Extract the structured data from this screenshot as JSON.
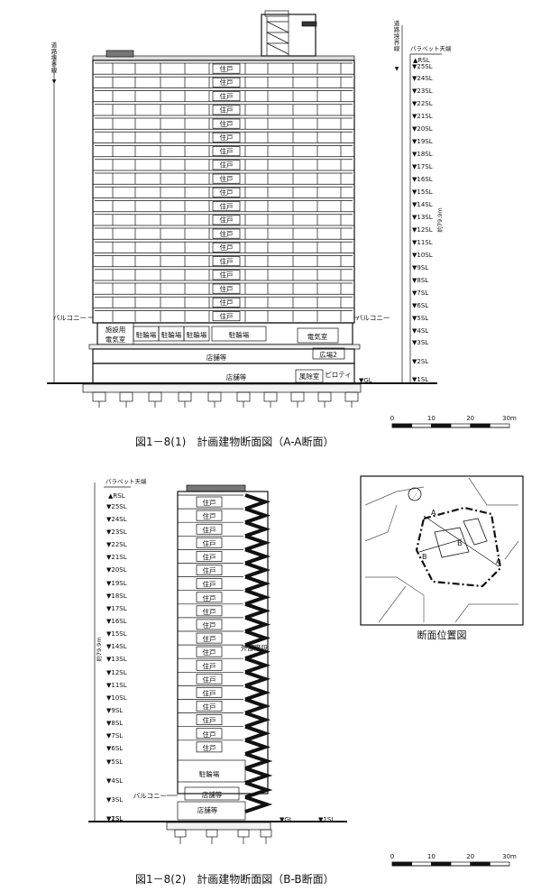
{
  "section1": {
    "caption": "図1－8(1)　計画建物断面図（A-A断面）",
    "road_boundary_left": "道路境界線",
    "road_boundary_right": "道路境界線",
    "parapet": "パラペット天端",
    "height_label": "約79.9m",
    "rsl": "RSL",
    "floor_labels": [
      "25SL",
      "24SL",
      "23SL",
      "22SL",
      "21SL",
      "20SL",
      "19SL",
      "18SL",
      "17SL",
      "16SL",
      "15SL",
      "14SL",
      "13SL",
      "12SL",
      "11SL",
      "10SL",
      "9SL",
      "8SL",
      "7SL",
      "6SL",
      "5SL",
      "4SL",
      "3SL",
      "2SL",
      "1SL"
    ],
    "unit_label": "住戸",
    "balcony_left": "バルコニー",
    "balcony_right": "バルコニー",
    "room_elec": "施設用\n電気室",
    "room_bike": "駐輪場",
    "room_bike2": "駐輪場",
    "room_elec2": "電気室",
    "room_square": "広場2",
    "room_shops": "店舗等",
    "room_shops2": "店舗等",
    "room_windbreak": "風除室",
    "room_piloti": "ピロティ",
    "gl": "▼GL",
    "scale": [
      "0",
      "10",
      "20",
      "30m"
    ]
  },
  "section2": {
    "caption": "図1－8(2)　計画建物断面図（B-B断面）",
    "parapet": "パラペット天端",
    "height_label": "約79.9m",
    "rsl": "RSL",
    "floor_labels": [
      "25SL",
      "24SL",
      "23SL",
      "22SL",
      "21SL",
      "20SL",
      "19SL",
      "18SL",
      "17SL",
      "16SL",
      "15SL",
      "14SL",
      "13SL",
      "12SL",
      "11SL",
      "10SL",
      "9SL",
      "8SL",
      "7SL",
      "6SL",
      "5SL",
      "4SL",
      "3SL",
      "2SL",
      "1SL"
    ],
    "unit_label": "住戸",
    "ext_stair": "外部階段",
    "room_bike": "駐輪場",
    "room_shops": "店舗等",
    "room_shops2": "店舗等",
    "balcony": "バルコニー",
    "gl": "▼GL",
    "sl1": "▼1SL",
    "scale": [
      "0",
      "10",
      "20",
      "30m"
    ]
  },
  "keymap": {
    "title": "断面位置図",
    "labels": [
      "A",
      "A",
      "B",
      "B"
    ]
  }
}
